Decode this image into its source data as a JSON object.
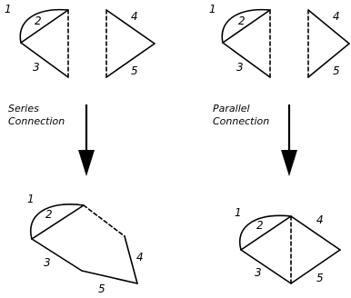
{
  "diagram": {
    "left": {
      "caption_line1": "Series",
      "caption_line2": "Connection",
      "top_graph_a": {
        "edge_labels": [
          "1",
          "2",
          "3"
        ]
      },
      "top_graph_b": {
        "edge_labels": [
          "4",
          "5"
        ]
      },
      "result": {
        "edge_labels": [
          "1",
          "2",
          "3",
          "4",
          "5"
        ]
      }
    },
    "right": {
      "caption_line1": "Parallel",
      "caption_line2": "Connection",
      "top_graph_a": {
        "edge_labels": [
          "1",
          "2",
          "3"
        ]
      },
      "top_graph_b": {
        "edge_labels": [
          "4",
          "5"
        ]
      },
      "result": {
        "edge_labels": [
          "1",
          "2",
          "3",
          "4",
          "5"
        ]
      }
    }
  }
}
